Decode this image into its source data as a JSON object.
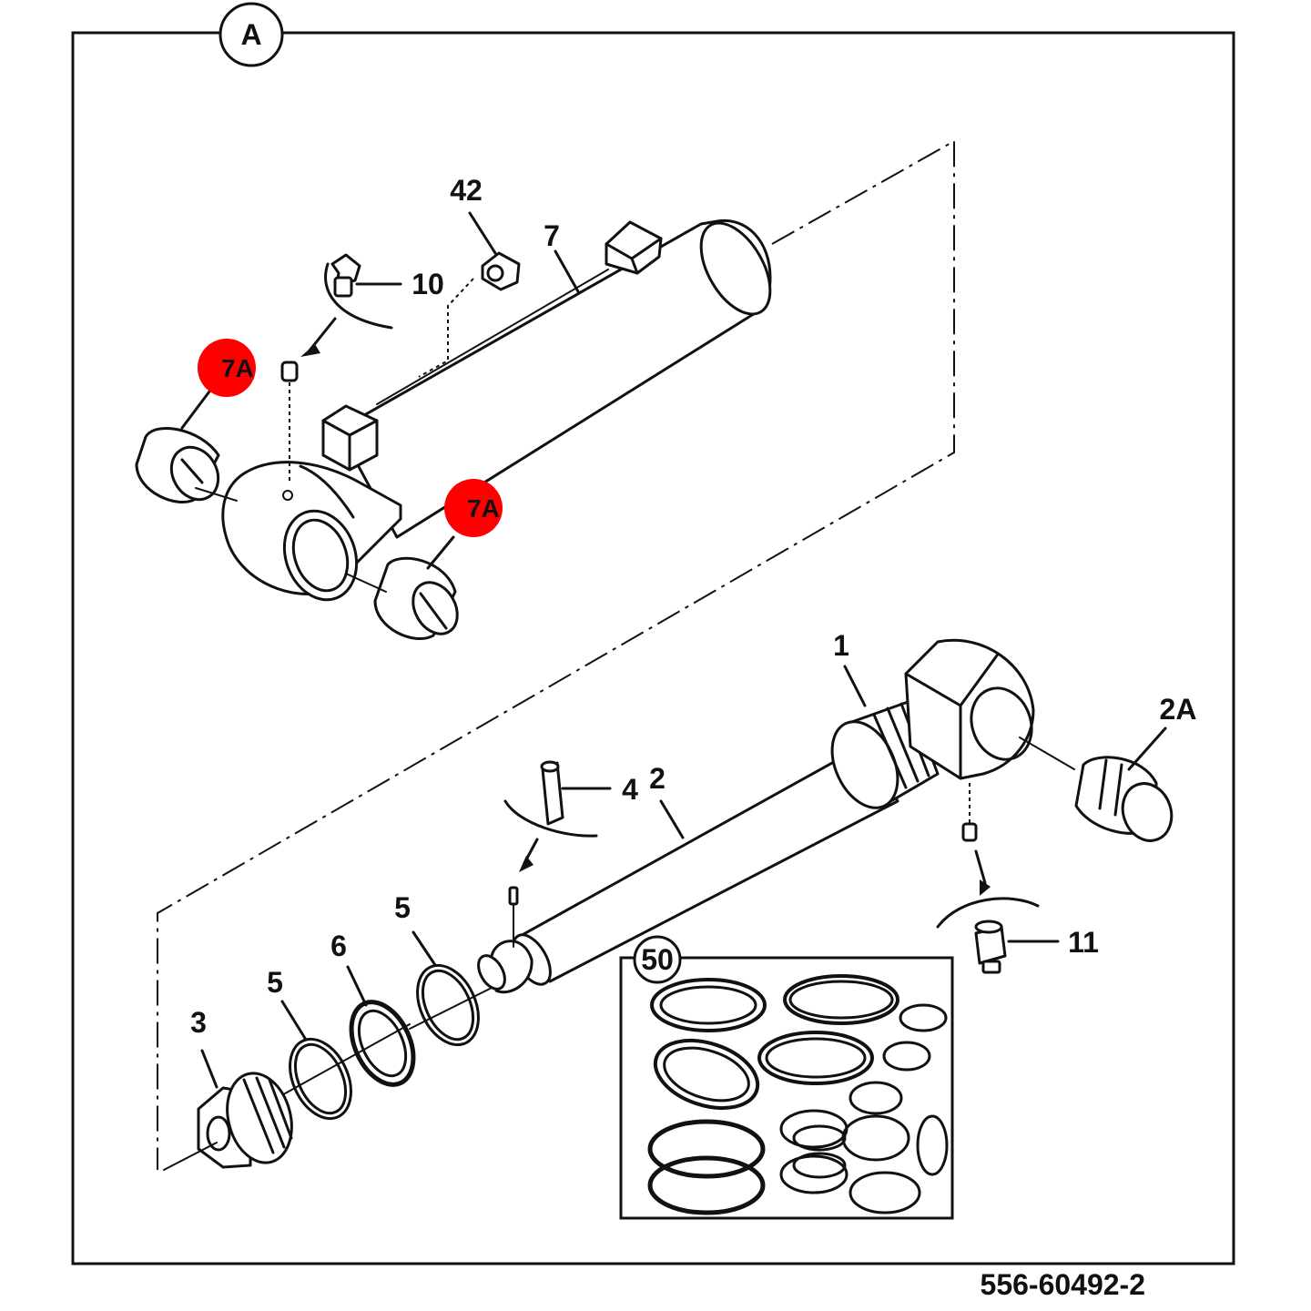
{
  "view_label": "A",
  "part_number": "556-60492-2",
  "colors": {
    "highlight": "#ff0000",
    "line": "#111111",
    "background": "#ffffff"
  },
  "callouts": {
    "c42": "42",
    "c7": "7",
    "c10": "10",
    "c7a_top": "7A",
    "c7a_bottom": "7A",
    "c1": "1",
    "c2a": "2A",
    "c4": "4",
    "c2": "2",
    "c11": "11",
    "c5_upper": "5",
    "c6": "6",
    "c5_lower": "5",
    "c3": "3",
    "c50": "50"
  }
}
